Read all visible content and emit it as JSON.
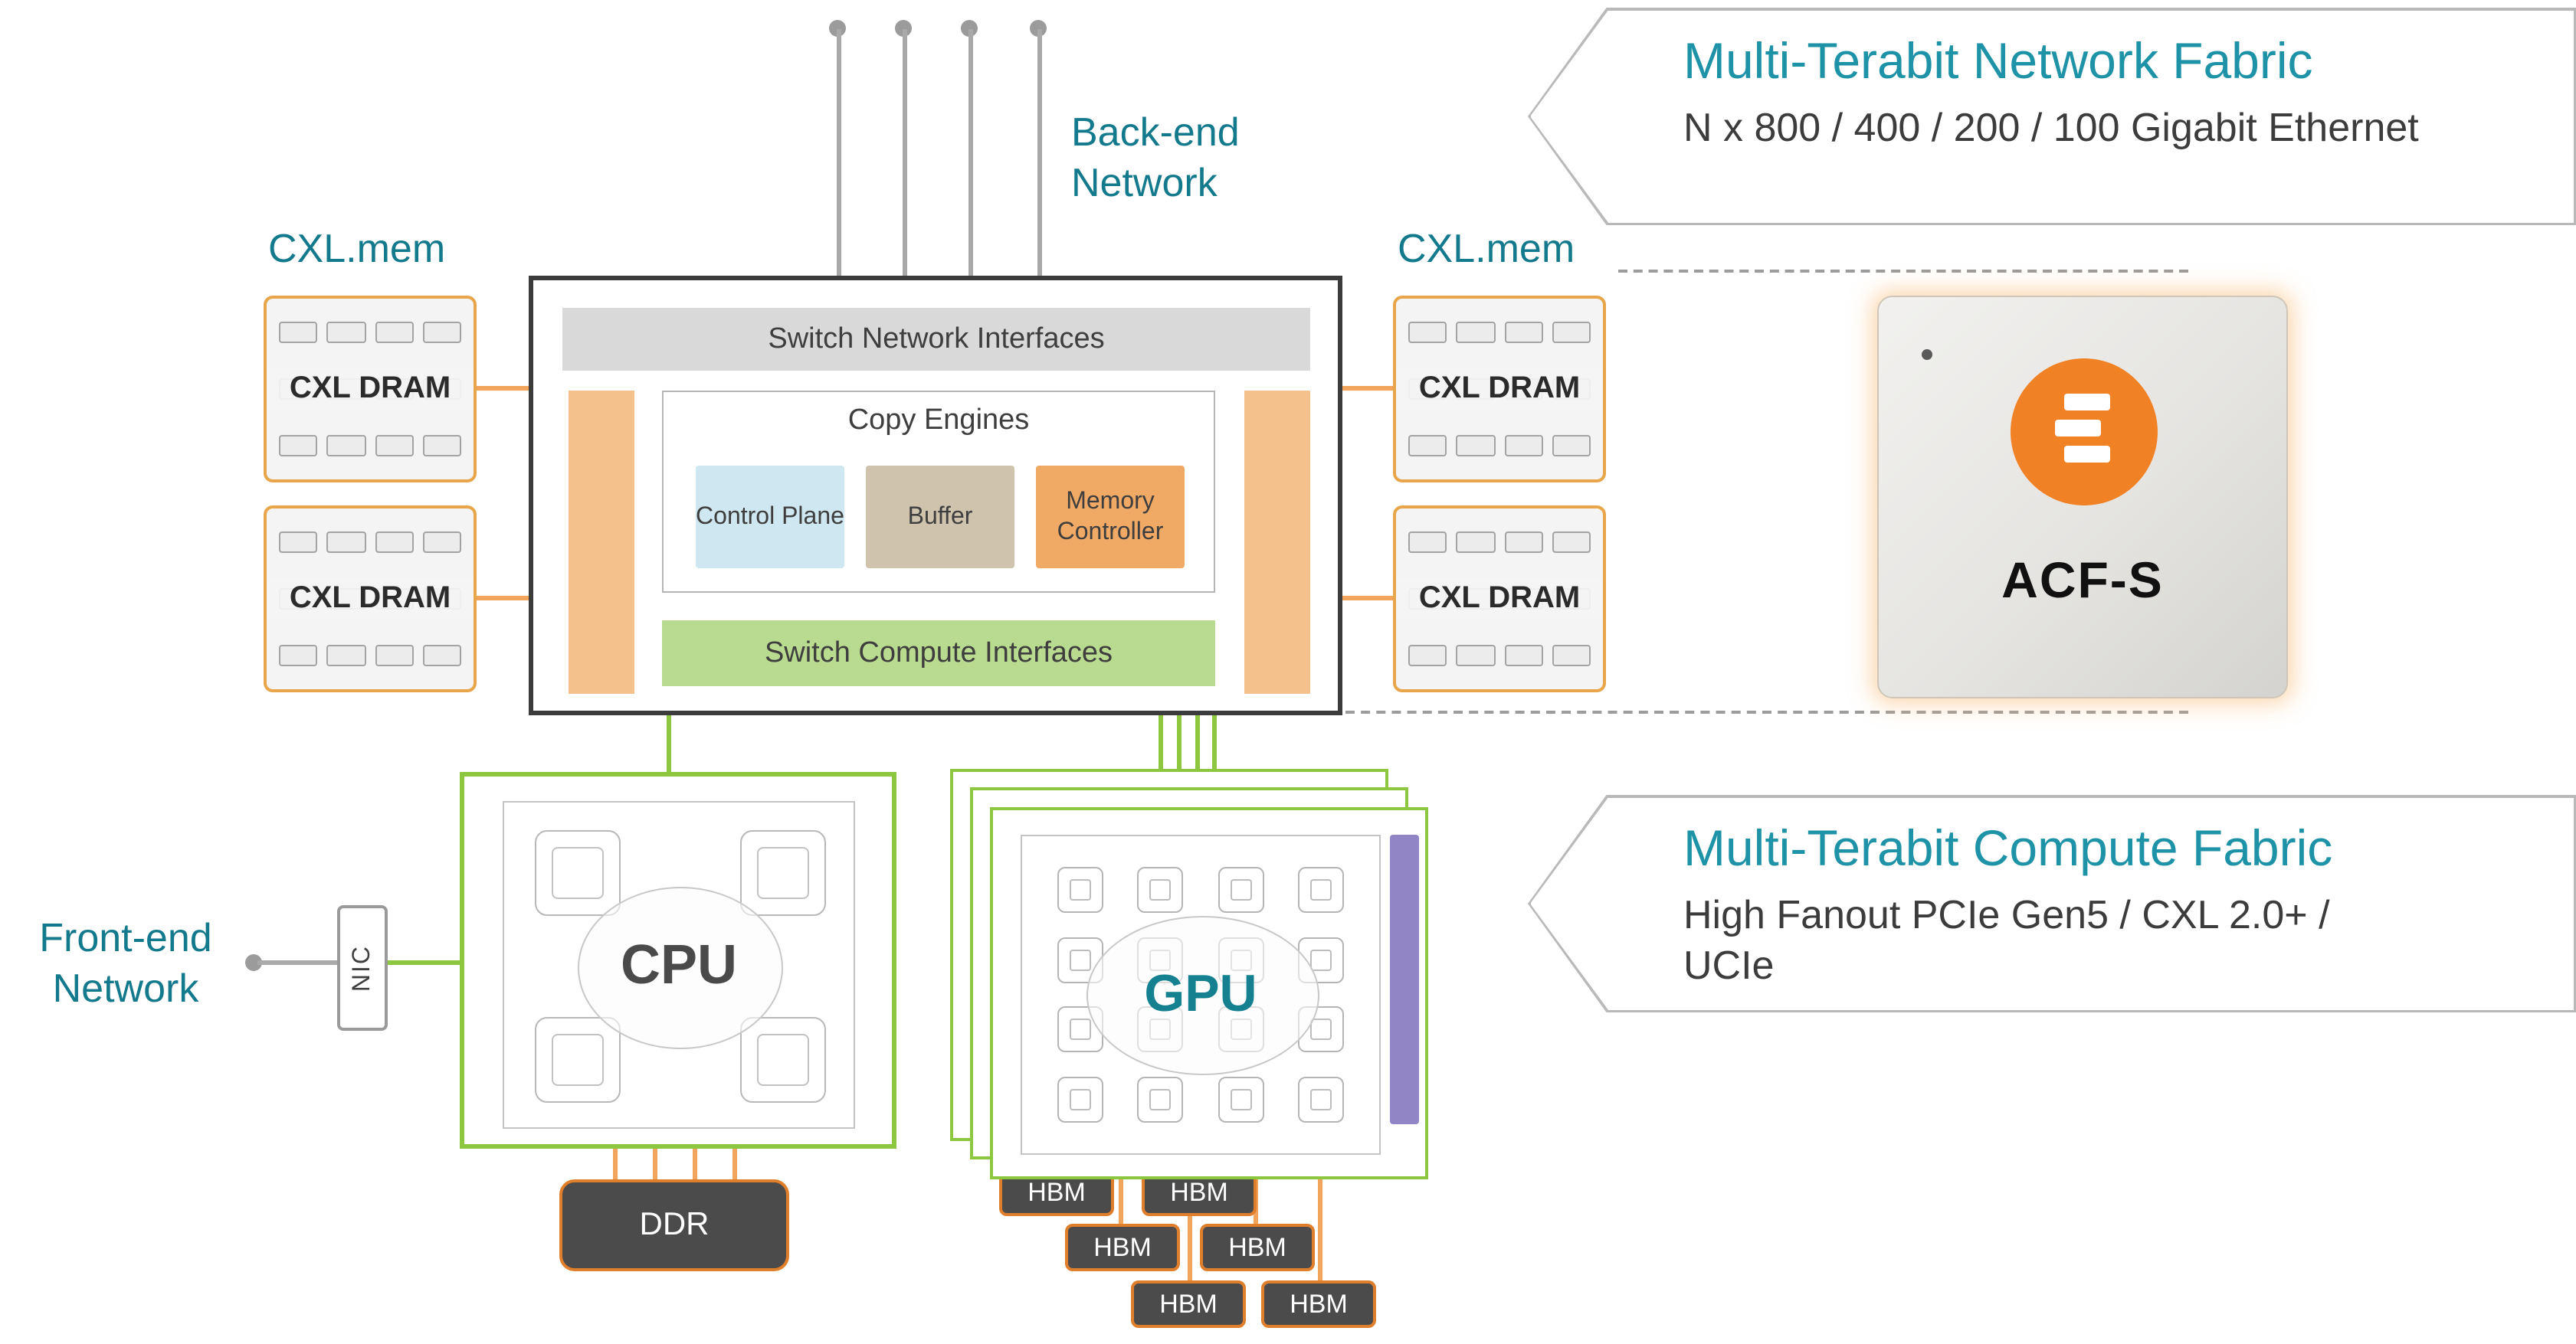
{
  "colors": {
    "teal_title": "#1E93A8",
    "teal_label": "#13798C",
    "green_fabric": "#8DC63F",
    "orange_connector": "#F0A45C",
    "orange_module_border": "#E07F2B",
    "orange_side_bar": "#F4C08C",
    "network_bar_gray": "#D9D9D9",
    "compute_bar_green": "#B8DB90",
    "control_plane_blue": "#CFE7F0",
    "buffer_tan": "#CFC3AD",
    "memory_controller_orange": "#F1AA66",
    "dark_module_gray": "#4B4B4B",
    "purple_bar": "#9185C6",
    "chip_logo_orange": "#F08124"
  },
  "callout_network": {
    "title": "Multi-Terabit Network Fabric",
    "subtitle": "N x 800 / 400 / 200 / 100 Gigabit Ethernet"
  },
  "callout_compute": {
    "title": "Multi-Terabit Compute Fabric",
    "subtitle": "High Fanout PCIe Gen5 / CXL 2.0+ / UCIe"
  },
  "labels": {
    "backend_network": "Back-end Network",
    "frontend_network": "Front-end Network",
    "cxl_mem": "CXL.mem",
    "cxl_dram": "CXL DRAM",
    "nic": "NIC",
    "cpu": "CPU",
    "gpu": "GPU",
    "ddr": "DDR",
    "hbm": "HBM",
    "acf_chip": "ACF-S"
  },
  "switch": {
    "network_interfaces": "Switch Network Interfaces",
    "copy_engines": "Copy Engines",
    "control_plane": "Control Plane",
    "buffer": "Buffer",
    "memory_controller": "Memory Controller",
    "compute_interfaces": "Switch Compute Interfaces"
  }
}
